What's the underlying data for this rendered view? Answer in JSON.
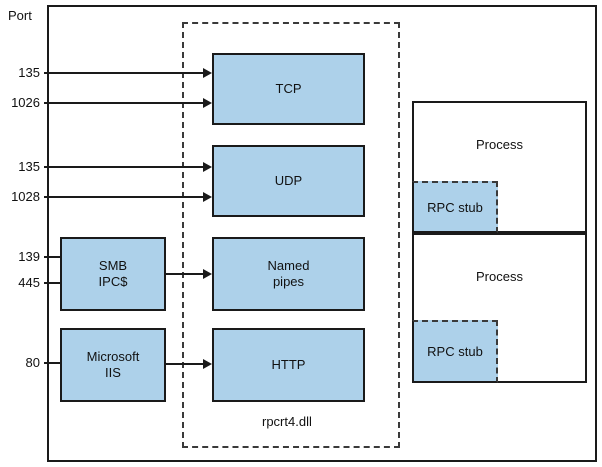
{
  "diagram": {
    "title_label": "Port",
    "dll_label": "rpcrt4.dll",
    "accent_fill": "#ADD1EA",
    "line_color": "#1a1a1a",
    "dash_color": "#3a3a3a",
    "ports": [
      {
        "value": "135",
        "target": "TCP"
      },
      {
        "value": "1026",
        "target": "TCP"
      },
      {
        "value": "135",
        "target": "UDP"
      },
      {
        "value": "1028",
        "target": "UDP"
      },
      {
        "value": "139",
        "target": "SMB IPC$"
      },
      {
        "value": "445",
        "target": "SMB IPC$"
      },
      {
        "value": "80",
        "target": "Microsoft IIS"
      }
    ],
    "services": [
      {
        "line1": "SMB",
        "line2": "IPC$"
      },
      {
        "line1": "Microsoft",
        "line2": "IIS"
      }
    ],
    "transports": [
      {
        "line1": "TCP",
        "line2": ""
      },
      {
        "line1": "UDP",
        "line2": ""
      },
      {
        "line1": "Named",
        "line2": "pipes"
      },
      {
        "line1": "HTTP",
        "line2": ""
      }
    ],
    "processes": [
      {
        "label": "Process",
        "stub_label": "RPC stub"
      },
      {
        "label": "Process",
        "stub_label": "RPC stub"
      }
    ]
  }
}
